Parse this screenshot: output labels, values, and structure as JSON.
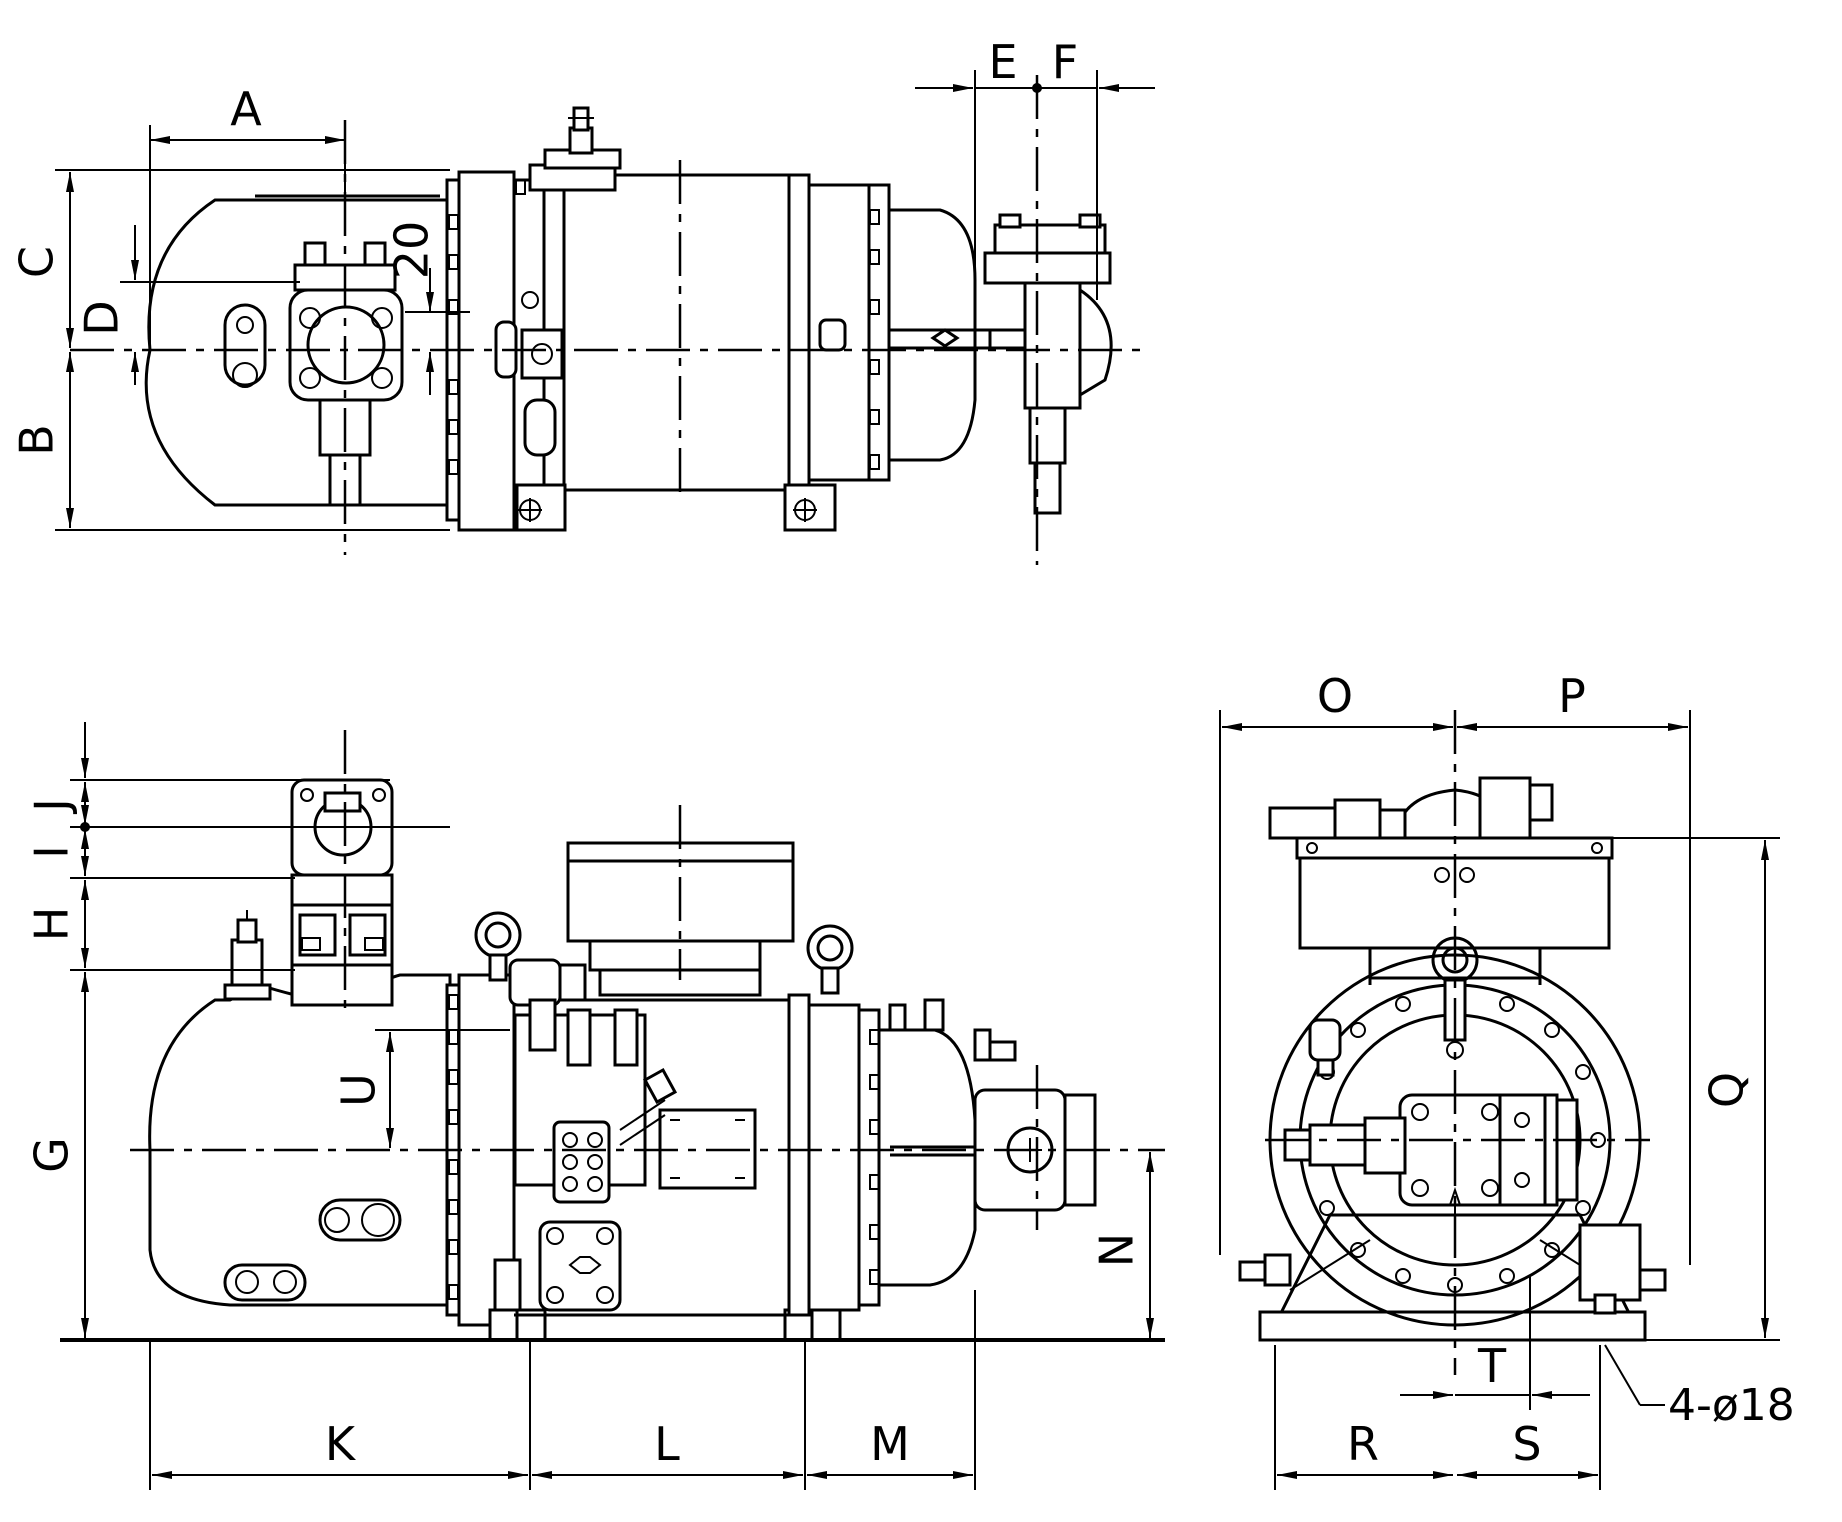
{
  "dimension_labels": {
    "A": "A",
    "B": "B",
    "C": "C",
    "D": "D",
    "E": "E",
    "F": "F",
    "G": "G",
    "H": "H",
    "I": "I",
    "J": "J",
    "K": "K",
    "L": "L",
    "M": "M",
    "N": "N",
    "O": "O",
    "P": "P",
    "Q": "Q",
    "R": "R",
    "S": "S",
    "T": "T",
    "U": "U"
  },
  "annotations": {
    "offset_20": "20",
    "mounting_holes": "4-ø18"
  },
  "colors": {
    "line": "#000000",
    "background": "#ffffff"
  }
}
